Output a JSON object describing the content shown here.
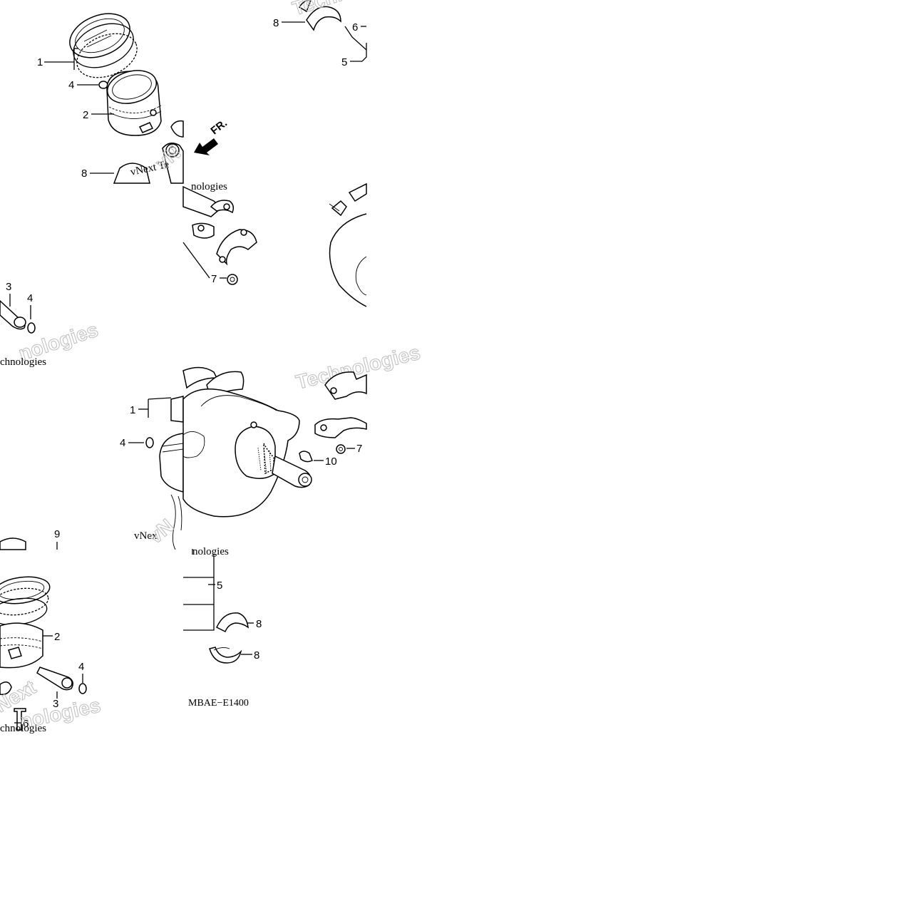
{
  "diagram": {
    "part_code": "MBAE−E1400",
    "direction_label": "FR.",
    "watermark_word": "Technologies",
    "watermark_brand": "vNext",
    "callouts": {
      "t1_ring": "1",
      "t1_clip": "4",
      "t1_piston": "2",
      "t1_bearing": "8",
      "t1_cap_nut": "7",
      "t2_bearing": "8",
      "t2_six": "6",
      "t2_five": "5",
      "t3_pin": "3",
      "t3_clip": "4",
      "t5_ring": "1",
      "t5_clip": "4",
      "t7_nine": "9",
      "t7_piston": "2",
      "t7_clip": "4",
      "t7_pin": "3",
      "t7_six": "6",
      "t6_key": "10",
      "t6_nut": "7",
      "t8_five": "5",
      "t8_bearing_a": "8",
      "t8_bearing_b": "8"
    }
  }
}
